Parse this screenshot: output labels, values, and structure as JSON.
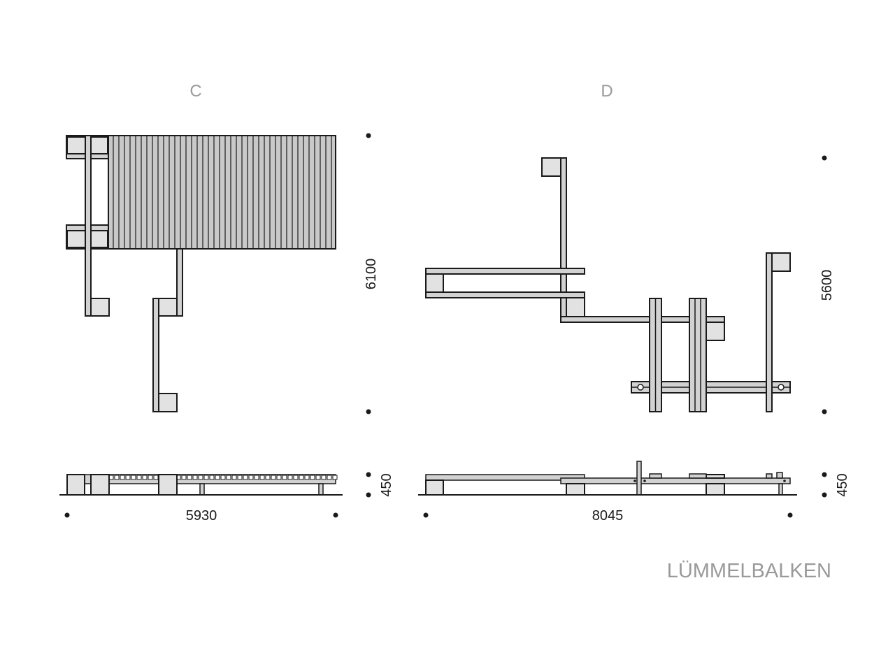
{
  "views": {
    "c": {
      "label": "C",
      "height_dim": "6100",
      "section_dim": "450",
      "width_dim": "5930"
    },
    "d": {
      "label": "D",
      "height_dim": "5600",
      "section_dim": "450",
      "width_dim": "8045"
    }
  },
  "product_name": "LÜMMELBALKEN",
  "colors": {
    "line": "#1a1a1a",
    "fill": "#d2d2d2",
    "block": "#e2e2e2",
    "label": "#9a9a9a"
  }
}
